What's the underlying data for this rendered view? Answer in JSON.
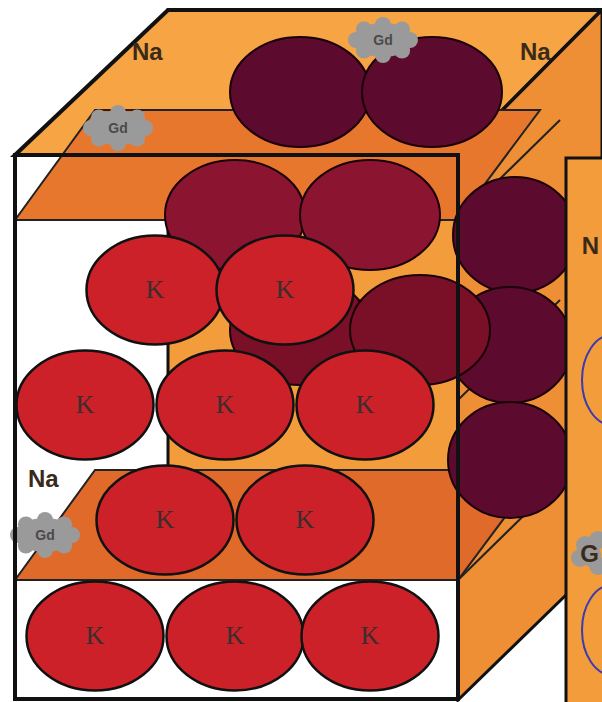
{
  "diagram": {
    "nodes": [
      {
        "text": [
          "Gd"
        ]
      },
      {
        "text": [
          "Gd"
        ]
      },
      {
        "text": [
          "K"
        ]
      },
      {
        "text": [
          "K"
        ]
      },
      {
        "text": [
          "K"
        ]
      },
      {
        "text": [
          "K"
        ]
      },
      {
        "text": [
          "K"
        ]
      },
      {
        "text": [
          "K"
        ]
      },
      {
        "text": [
          "K"
        ]
      },
      {
        "text": [
          "Gd"
        ]
      },
      {
        "text": [
          "K"
        ]
      },
      {
        "text": [
          "K"
        ]
      },
      {
        "text": [
          "K"
        ]
      }
    ],
    "labels": [
      "Na",
      "Na",
      "N",
      "Na",
      "G"
    ]
  }
}
